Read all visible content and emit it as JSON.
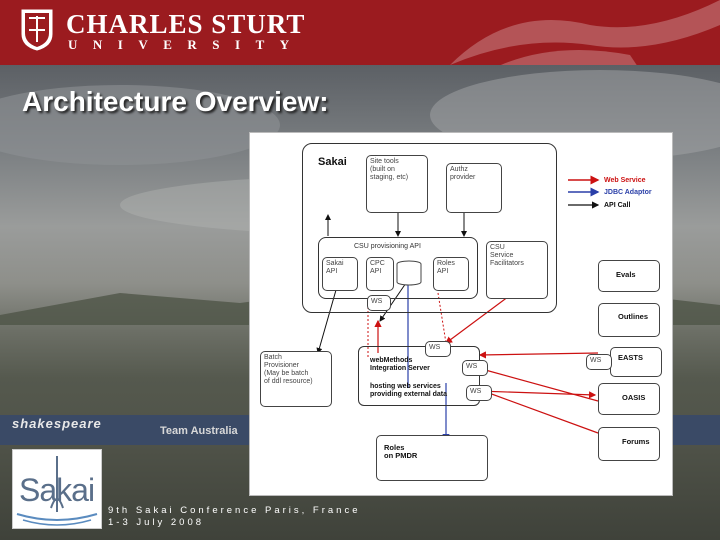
{
  "header": {
    "university_name": "CHARLES STURT",
    "university_sub": "UNIVERSITY"
  },
  "slide": {
    "title": "Architecture Overview:"
  },
  "background": {
    "track_text": "shakespeare",
    "track_text2": "Team Australia"
  },
  "diagram": {
    "sakai_label": "Sakai",
    "site_tools": [
      "Site tools",
      "(built on",
      "staging, etc)"
    ],
    "authz_provider": [
      "Authz",
      "provider"
    ],
    "provisioning_api": "CSU provisioning API",
    "sakai_api": [
      "Sakai",
      "API"
    ],
    "cpc_api": [
      "CPC",
      "API"
    ],
    "roles_api": [
      "Roles",
      "API"
    ],
    "csu_service": [
      "CSU",
      "Service",
      "Facilitators"
    ],
    "ws_label": "WS",
    "webmethods": [
      "webMethods",
      "Integration Server"
    ],
    "hosting": [
      "hosting web services",
      "providing external data"
    ],
    "batch": [
      "Batch",
      "Provisioner",
      "(May be batch",
      "of ddl resource)"
    ],
    "roles_pmdr": [
      "Roles",
      "on PMDR"
    ],
    "legend": {
      "web_service": "Web Service",
      "jdbc_adaptor": "JDBC Adaptor",
      "api_call": "API Call"
    },
    "systems": {
      "evals": "Evals",
      "outlines": "Outlines",
      "easts": "EASTS",
      "oasis": "OASIS",
      "forums": "Forums"
    },
    "colors": {
      "web_service": "#cc1111",
      "jdbc": "#2a3fa8",
      "api": "#111111"
    }
  },
  "footer": {
    "logo_text": "Sakai",
    "conference_line1": "9th Sakai Conference Paris, France",
    "conference_line2": "1-3 July 2008"
  }
}
